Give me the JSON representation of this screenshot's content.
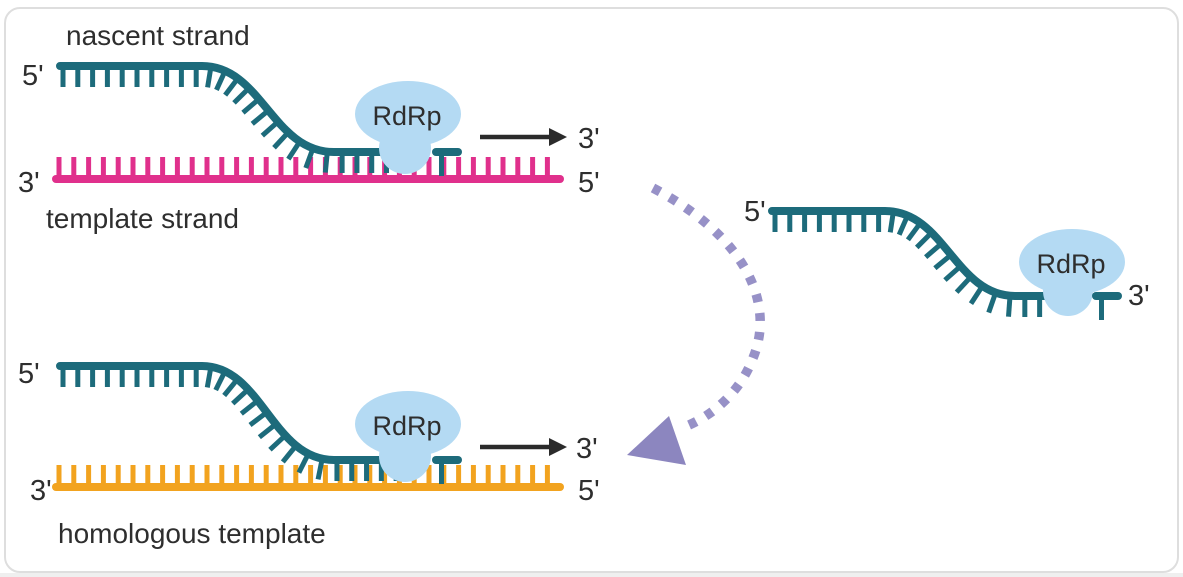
{
  "figure": {
    "title_semantic": "RdRp template switching diagram",
    "panels": {
      "top": {
        "nascent_label": "nascent strand",
        "template_label": "template strand",
        "rdrp_label": "RdRp",
        "nascent_5prime": "5'",
        "template_3prime": "3'",
        "template_5prime": "5'",
        "arrow_3prime": "3'"
      },
      "bottom": {
        "template_label": "homologous template",
        "rdrp_label": "RdRp",
        "nascent_5prime": "5'",
        "template_3prime": "3'",
        "template_5prime": "5'",
        "arrow_3prime": "3'"
      },
      "right": {
        "rdrp_label": "RdRp",
        "nascent_5prime": "5'",
        "nascent_3prime": "3'"
      }
    },
    "colors": {
      "nascent_strand": "#1d6b7b",
      "template_strand": "#e0308c",
      "homologous_template": "#f2a31f",
      "rdrp_fill": "#b4daf3",
      "switch_arrow": "#9791c7",
      "switch_arrowhead": "#8c86bf",
      "extension_arrow": "#2b2b2b",
      "text": "#2e2e2e",
      "card_border": "#dedede"
    }
  }
}
